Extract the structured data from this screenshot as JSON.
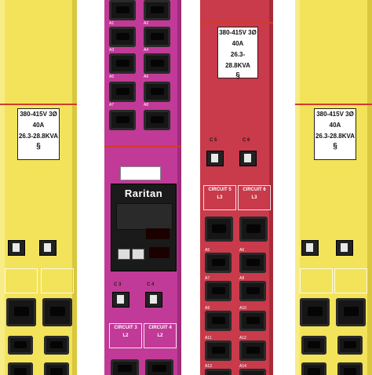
{
  "pdus": {
    "yellow_left": {
      "spec_line1": "380-415V 3Ø",
      "spec_line2": "40A",
      "spec_line3": "26.3-28.8KVA"
    },
    "magenta": {
      "brand": "Raritan",
      "outlet_labels": [
        "A1",
        "A2",
        "A3",
        "A4",
        "A5",
        "A6",
        "A7",
        "A8"
      ],
      "breaker_labels": [
        "C 3",
        "C 4"
      ],
      "circuit_boxes": [
        {
          "line1": "CIRCUIT 3",
          "line2": "L2"
        },
        {
          "line1": "CIRCUIT 4",
          "line2": "L2"
        }
      ]
    },
    "red": {
      "spec_line1": "380-415V 3Ø",
      "spec_line2": "40A",
      "spec_line3": "26.3-28.8KVA",
      "breaker_labels": [
        "C 5",
        "C 6"
      ],
      "circuit_boxes": [
        {
          "line1": "CIRCUIT 5",
          "line2": "L3"
        },
        {
          "line1": "CIRCUIT 6",
          "line2": "L3"
        }
      ],
      "outlet_labels": [
        "A5",
        "A6",
        "A7",
        "A8",
        "A9",
        "A10",
        "A11",
        "A12",
        "A13",
        "A14"
      ]
    },
    "yellow_right": {
      "spec_line1": "380-415V 3Ø",
      "spec_line2": "40A",
      "spec_line3": "26.3-28.8KVA"
    }
  },
  "colors": {
    "yellow": "#f3e35a",
    "magenta": "#c13a97",
    "red": "#c93a4b"
  }
}
